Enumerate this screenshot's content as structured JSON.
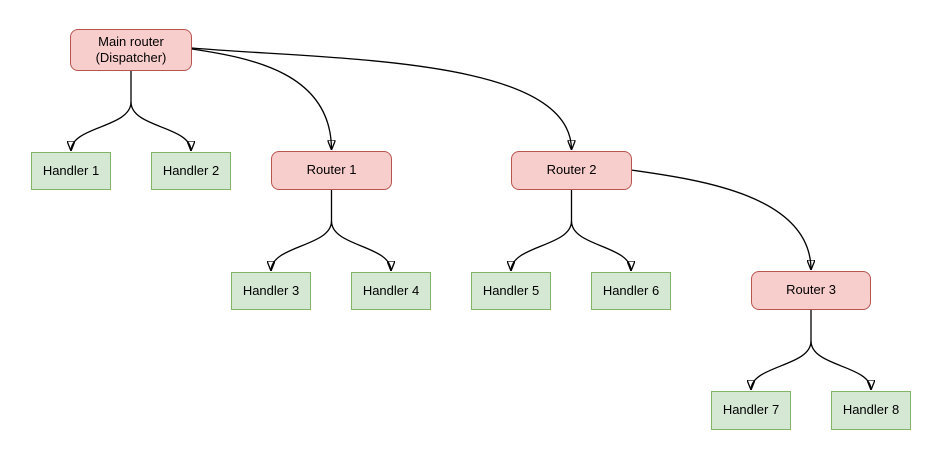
{
  "diagram": {
    "type": "tree-flowchart",
    "background": "#ffffff",
    "edge_color": "#000000",
    "node_styles": {
      "router": {
        "fill": "#f8cecc",
        "border": "#b85450",
        "shape": "rounded-rectangle"
      },
      "handler": {
        "fill": "#d5e8d4",
        "border": "#82b366",
        "shape": "rectangle"
      }
    },
    "nodes": [
      {
        "id": "main-router",
        "label": "Main router\n(Dispatcher)",
        "type": "router"
      },
      {
        "id": "handler-1",
        "label": "Handler 1",
        "type": "handler"
      },
      {
        "id": "handler-2",
        "label": "Handler 2",
        "type": "handler"
      },
      {
        "id": "router-1",
        "label": "Router 1",
        "type": "router"
      },
      {
        "id": "router-2",
        "label": "Router 2",
        "type": "router"
      },
      {
        "id": "handler-3",
        "label": "Handler 3",
        "type": "handler"
      },
      {
        "id": "handler-4",
        "label": "Handler 4",
        "type": "handler"
      },
      {
        "id": "handler-5",
        "label": "Handler 5",
        "type": "handler"
      },
      {
        "id": "handler-6",
        "label": "Handler 6",
        "type": "handler"
      },
      {
        "id": "router-3",
        "label": "Router 3",
        "type": "router"
      },
      {
        "id": "handler-7",
        "label": "Handler 7",
        "type": "handler"
      },
      {
        "id": "handler-8",
        "label": "Handler 8",
        "type": "handler"
      }
    ],
    "edges": [
      {
        "from": "main-router",
        "to": "handler-1"
      },
      {
        "from": "main-router",
        "to": "handler-2"
      },
      {
        "from": "main-router",
        "to": "router-1"
      },
      {
        "from": "main-router",
        "to": "router-2"
      },
      {
        "from": "router-1",
        "to": "handler-3"
      },
      {
        "from": "router-1",
        "to": "handler-4"
      },
      {
        "from": "router-2",
        "to": "handler-5"
      },
      {
        "from": "router-2",
        "to": "handler-6"
      },
      {
        "from": "router-2",
        "to": "router-3"
      },
      {
        "from": "router-3",
        "to": "handler-7"
      },
      {
        "from": "router-3",
        "to": "handler-8"
      }
    ]
  }
}
